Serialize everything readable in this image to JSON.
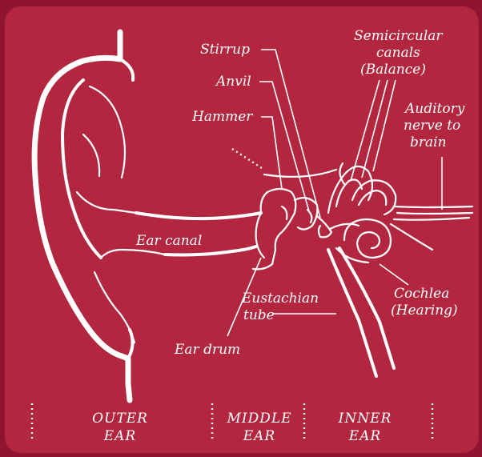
{
  "labels": {
    "stirrup": "Stirrup",
    "anvil": "Anvil",
    "hammer": "Hammer",
    "semicircular_line1": "Semicircular",
    "semicircular_line2": "canals",
    "semicircular_line3": "(Balance)",
    "auditory_line1": "Auditory",
    "auditory_line2": "nerve to",
    "auditory_line3": "brain",
    "ear_canal": "Ear canal",
    "eustachian_line1": "Eustachian",
    "eustachian_line2": "tube",
    "cochlea_line1": "Cochlea",
    "cochlea_line2": "(Hearing)",
    "ear_drum": "Ear drum"
  },
  "sections": {
    "outer_line1": "OUTER",
    "outer_line2": "EAR",
    "middle_line1": "MIDDLE",
    "middle_line2": "EAR",
    "inner_line1": "INNER",
    "inner_line2": "EAR"
  },
  "colors": {
    "background": "#8e1430",
    "panel": "#b2273f",
    "ink": "#ffffff"
  }
}
